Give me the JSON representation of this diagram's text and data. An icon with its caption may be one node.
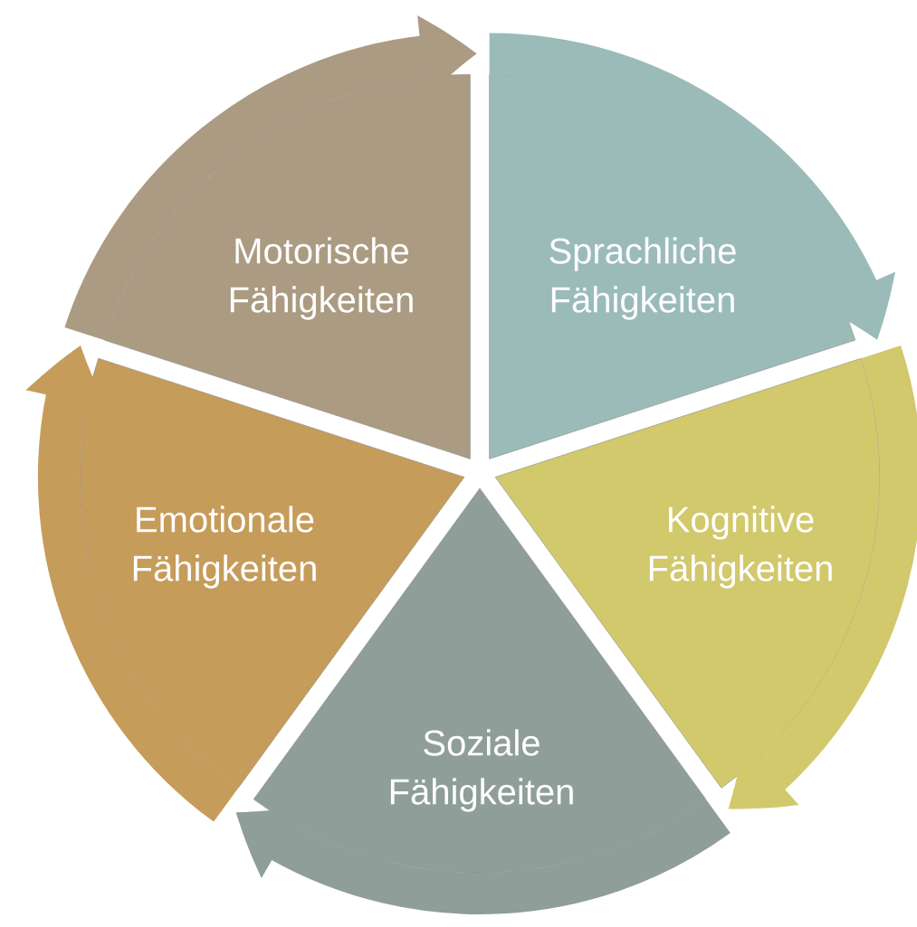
{
  "diagram": {
    "nodes": [
      {
        "text": [
          "Motorische Fähigkeiten"
        ]
      },
      {
        "text": [
          "Sprachliche Fähigkeiten"
        ]
      },
      {
        "text": [
          "Emotionale Fähigkeiten"
        ]
      },
      {
        "text": [
          "Kognitive Fähigkeiten"
        ]
      },
      {
        "text": [
          "Soziale Fähigkeiten"
        ]
      }
    ]
  }
}
